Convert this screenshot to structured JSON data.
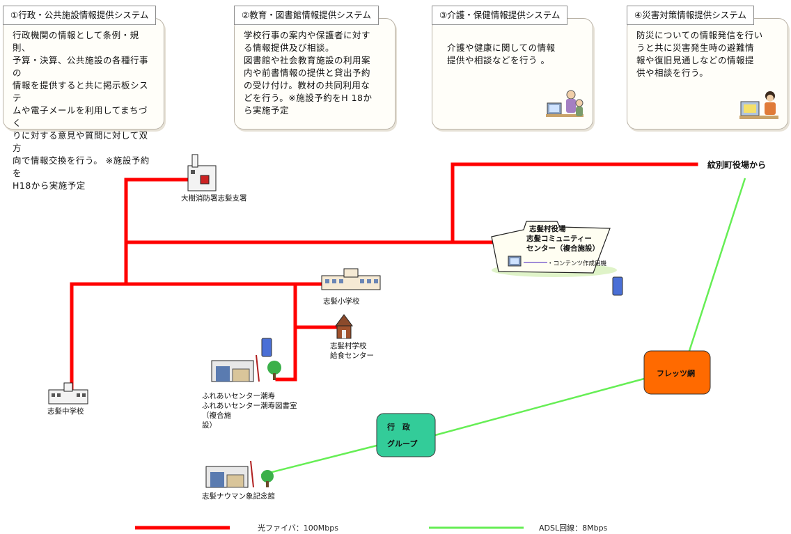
{
  "panels": [
    {
      "title": "①行政・公共施設情報提供システム",
      "text": "行政機関の情報として条例・規則、\n予算・決算、公共施設の各種行事の\n情報を提供すると共に掲示板システ\nムや電子メールを利用してまちづく\nりに対する意見や質問に対して双方\n向で情報交換を行う。 ※施設予約を\nH18から実施予定"
    },
    {
      "title": "②教育・図書館情報提供システム",
      "text": "学校行事の案内や保護者に対す\nる情報提供及び相談。\n図書館や社会教育施設の利用案\n内や前書情報の提供と貸出予約\nの受け付け。教材の共同利用な\nどを行う。※施設予約をH 18か\nら実施予定"
    },
    {
      "title": "③介護・保健情報提供システム",
      "text": "介護や健康に関しての情報\n提供や相談などを行う 。"
    },
    {
      "title": "④災害対策情報提供システム",
      "text": "防災についての情報発信を行い\nうと共に災害発生時の避難情\n報や復旧見通しなどの情報提\n供や相談を行う。"
    }
  ],
  "nodes": {
    "town_hall": "紋別町役場から",
    "fire_station": "大樹消防署志髪支署",
    "center_line1": "志髪村役場",
    "center_line2": "志髪コミュニティー",
    "center_line3": "センター（複合施設）",
    "center_sub": "・コンテンツ作成用機",
    "elementary": "志髪小学校",
    "lunch_line1": "志髪村学校",
    "lunch_line2": "給食センター",
    "fureai_line1": "ふれあいセンター潮寿",
    "fureai_line2": "ふれあいセンター潮寿図書室",
    "fureai_line3": "（複合施",
    "fureai_line4": "設）",
    "junior_high": "志髪中学校",
    "flets": "フレッツ網",
    "admin_line1": "行　政",
    "admin_line2": "グループ",
    "naumann": "志髪ナウマン象記念館"
  },
  "legend": {
    "fiber": "光ファイバ：100Mbps",
    "adsl": "ADSL回線：8Mbps"
  },
  "colors": {
    "fiber": "#ff0000",
    "adsl": "#66ee55",
    "flets_box": "#ff6a00",
    "admin_box": "#33cc99"
  }
}
